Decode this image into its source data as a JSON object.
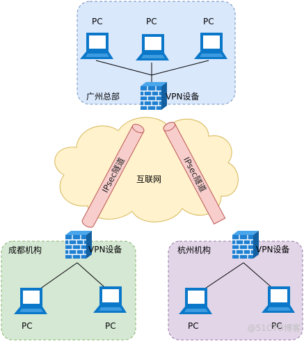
{
  "colors": {
    "hq_fill": "#dae8fc",
    "hq_stroke": "#6c8ebf",
    "chengdu_fill": "#d5e8d4",
    "chengdu_stroke": "#82b366",
    "hangzhou_fill": "#e1d5e7",
    "hangzhou_stroke": "#9673a6",
    "cloud_fill": "#fff2cc",
    "cloud_stroke": "#d6b656",
    "tunnel_fill": "#f8cecc",
    "tunnel_stroke": "#b85450",
    "device_blue": "#0a77c9"
  },
  "sites": {
    "hq": {
      "label": "广州总部",
      "device_label": "VPN设备",
      "pcs": [
        "PC",
        "PC",
        "PC"
      ]
    },
    "chengdu": {
      "label": "成都机构",
      "device_label": "VPN设备",
      "pcs": [
        "PC",
        "PC"
      ]
    },
    "hangzhou": {
      "label": "杭州机构",
      "device_label": "VPN设备",
      "pcs": [
        "PC",
        "PC"
      ]
    }
  },
  "internet": {
    "label": "互联网"
  },
  "tunnels": [
    {
      "label": "IPsec隧道"
    },
    {
      "label": "IPsec隧道"
    }
  ],
  "watermark": "@51CTO博客"
}
